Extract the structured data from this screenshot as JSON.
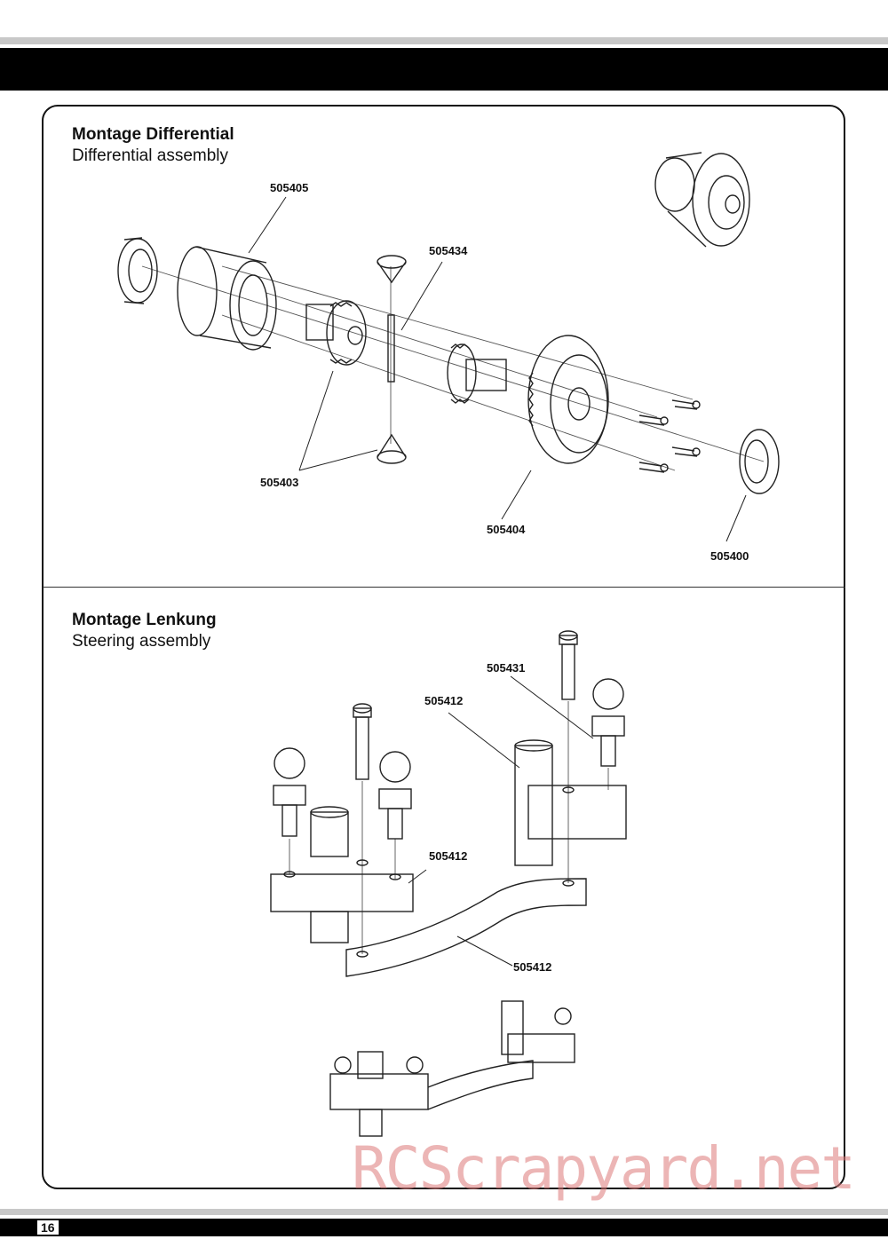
{
  "sections": {
    "differential": {
      "title_de": "Montage Differential",
      "title_en": "Differential assembly",
      "parts": [
        "505405",
        "505434",
        "505403",
        "505404",
        "505400"
      ]
    },
    "steering": {
      "title_de": "Montage Lenkung",
      "title_en": "Steering assembly",
      "parts": [
        "505431",
        "505412",
        "505412",
        "505412"
      ]
    }
  },
  "footer": {
    "page_number": "16"
  },
  "watermark": {
    "text": "RCScrapyard.net"
  }
}
